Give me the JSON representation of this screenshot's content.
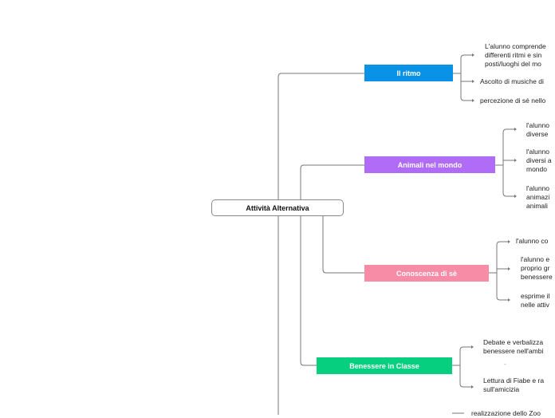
{
  "central": {
    "label": "Attività Alternativa"
  },
  "branches": [
    {
      "label": "Il ritmo",
      "color": "#0a92e6",
      "leaves": [
        {
          "lines": [
            "L'alunno comprende",
            "differenti ritmi e sin",
            "posti/luoghi del mo"
          ]
        },
        {
          "lines": [
            "Ascolto di musiche di"
          ]
        },
        {
          "lines": [
            "percezione di sé nello"
          ]
        }
      ]
    },
    {
      "label": "Animali nel mondo",
      "color": "#b06cf6",
      "leaves": [
        {
          "lines": [
            "l'alunno",
            "diverse"
          ]
        },
        {
          "lines": [
            "l'alunno",
            "diversi a",
            "mondo"
          ]
        },
        {
          "lines": [
            "l'alunno",
            "animazi",
            "animali"
          ]
        }
      ]
    },
    {
      "label": "Conoscenza di sè",
      "color": "#f78ca6",
      "leaves": [
        {
          "lines": [
            "l'alunno co"
          ]
        },
        {
          "lines": [
            "l'alunno e",
            "proprio gr",
            "benessere"
          ]
        },
        {
          "lines": [
            "esprime il",
            "nelle attiv"
          ]
        }
      ]
    },
    {
      "label": "Benessere in Classe",
      "color": "#06d07f",
      "leaves": [
        {
          "lines": [
            "Debate e verbalizza",
            "benessere nell'ambi"
          ]
        },
        {
          "lines": [
            "-"
          ]
        },
        {
          "lines": [
            "Lettura di Fiabe e ra",
            "sull'amicizia"
          ]
        }
      ]
    },
    {
      "label": "",
      "leaves": [
        {
          "lines": [
            "realizzazione dello Zoo"
          ]
        }
      ]
    }
  ]
}
